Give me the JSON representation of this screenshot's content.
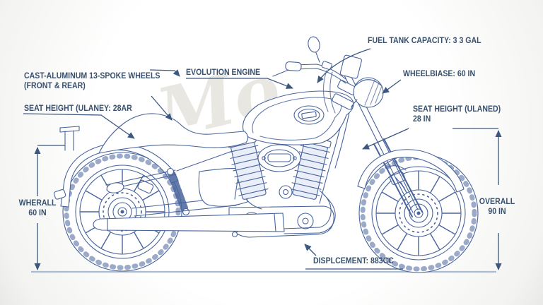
{
  "diagram": {
    "watermark": "Mo",
    "labels": {
      "cast_wheels_line1": "CAST-ALUMINUM 13-SPOKE WHEELS",
      "cast_wheels_line2": "(FRONT & REAR)",
      "seat_height_left": "SEAT HEIGHT (ULANEY: 28AR",
      "evolution_engine": "EVOLUTION ENGINE",
      "fuel_tank_capacity": "FUEL TANK CAPACITY: 3 3 GAL",
      "wheelbase": "WHEELBIASE: 60 IN",
      "seat_height_right_line1": "SEAT HEIGHT (ULANED)",
      "seat_height_right_line2": "28 IN",
      "displacement": "DISPLCEMENT: 883CC",
      "overall_right_line1": "OVERALL",
      "overall_right_line2": "90 IN",
      "overall_left_line1": "WHERALL",
      "overall_left_line2": "60 IN"
    },
    "colors": {
      "ink": "#45619A",
      "text": "#37506E",
      "ground": "#A9BAD2",
      "background": "#FAFAF8"
    }
  }
}
